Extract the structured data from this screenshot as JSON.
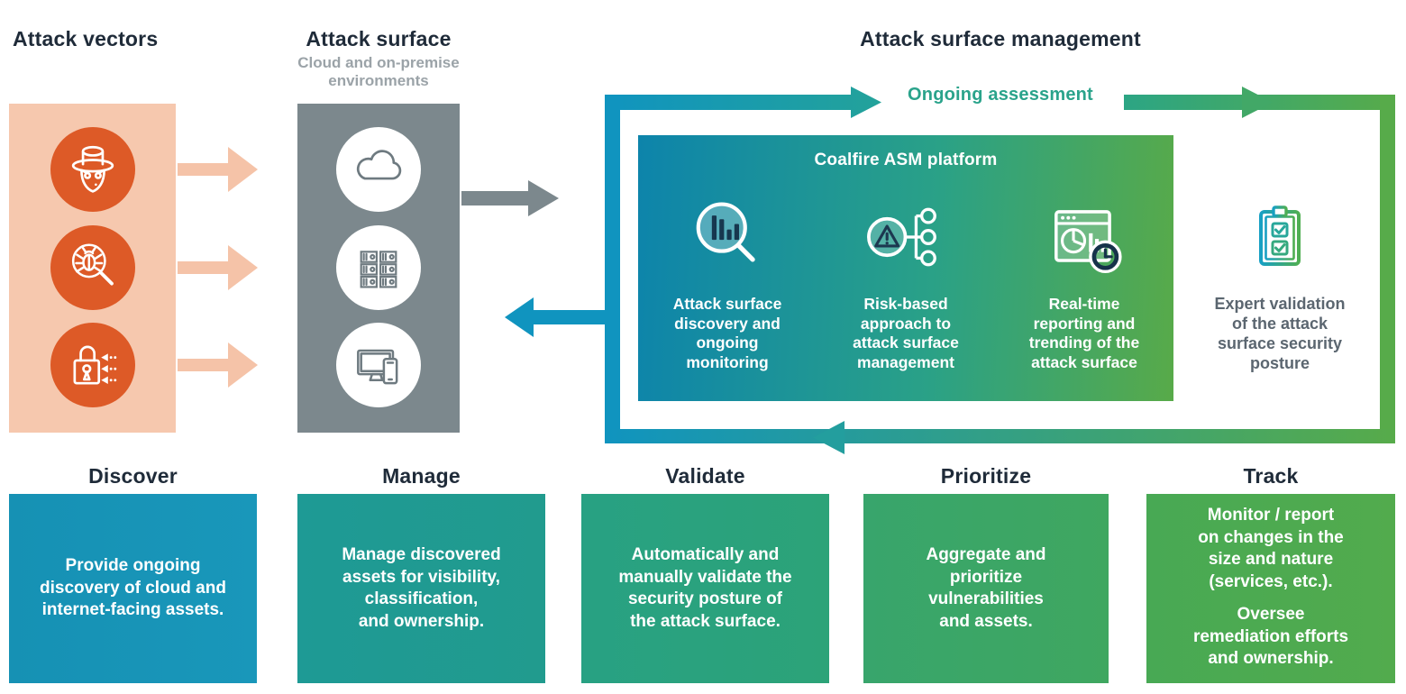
{
  "header": {
    "attack_vectors_title": "Attack vectors",
    "attack_surface_title": "Attack surface",
    "attack_surface_subtitle": "Cloud and on-premise\nenvironments",
    "management_title": "Attack surface management"
  },
  "loop": {
    "label": "Ongoing assessment"
  },
  "attack_vectors": {
    "icons": [
      "hacker-icon",
      "bug-scan-icon",
      "lock-breach-icon"
    ]
  },
  "attack_surface": {
    "icons": [
      "cloud-icon",
      "servers-icon",
      "devices-icon"
    ]
  },
  "platform": {
    "title": "Coalfire ASM platform",
    "items": [
      {
        "icon": "discovery-magnifier-icon",
        "label": "Attack surface\ndiscovery and\nongoing\nmonitoring"
      },
      {
        "icon": "risk-tree-icon",
        "label": "Risk-based\napproach to\nattack surface\nmanagement"
      },
      {
        "icon": "reporting-clock-icon",
        "label": "Real-time\nreporting and\ntrending of the\nattack surface"
      }
    ]
  },
  "expert": {
    "icon": "clipboard-checks-icon",
    "label": "Expert validation\nof the attack\nsurface security\nposture"
  },
  "phases": [
    {
      "title": "Discover",
      "text": "Provide ongoing\ndiscovery of cloud and\ninternet-facing assets.",
      "color": "#1793b6"
    },
    {
      "title": "Manage",
      "text": "Manage discovered\nassets for visibility,\nclassification,\nand ownership.",
      "color": "#1f9a92"
    },
    {
      "title": "Validate",
      "text": "Automatically and\nmanually validate the\nsecurity posture of\nthe attack surface.",
      "color": "#2aa17d"
    },
    {
      "title": "Prioritize",
      "text": "Aggregate and\nprioritize\nvulnerabilities\nand assets.",
      "color": "#3ba566"
    },
    {
      "title": "Track",
      "text": "Monitor / report\non changes in the\nsize and nature\n(services, etc.).",
      "text2": "Oversee\nremediation efforts\nand ownership.",
      "color": "#4caa4f"
    }
  ],
  "colors": {
    "heading": "#1f2b39",
    "subtitle_gray": "#9ba3a8",
    "accent_teal": "#1094bf",
    "accent_green": "#57ab4a",
    "ongoing_label": "#2aa38b",
    "orange": "#dd5a27",
    "peach": "#f6c8ae",
    "gray": "#7c888d",
    "platform_gradient_start": "#0d84ab",
    "platform_gradient_end": "#58aa49",
    "expert_text": "#5b6670"
  }
}
